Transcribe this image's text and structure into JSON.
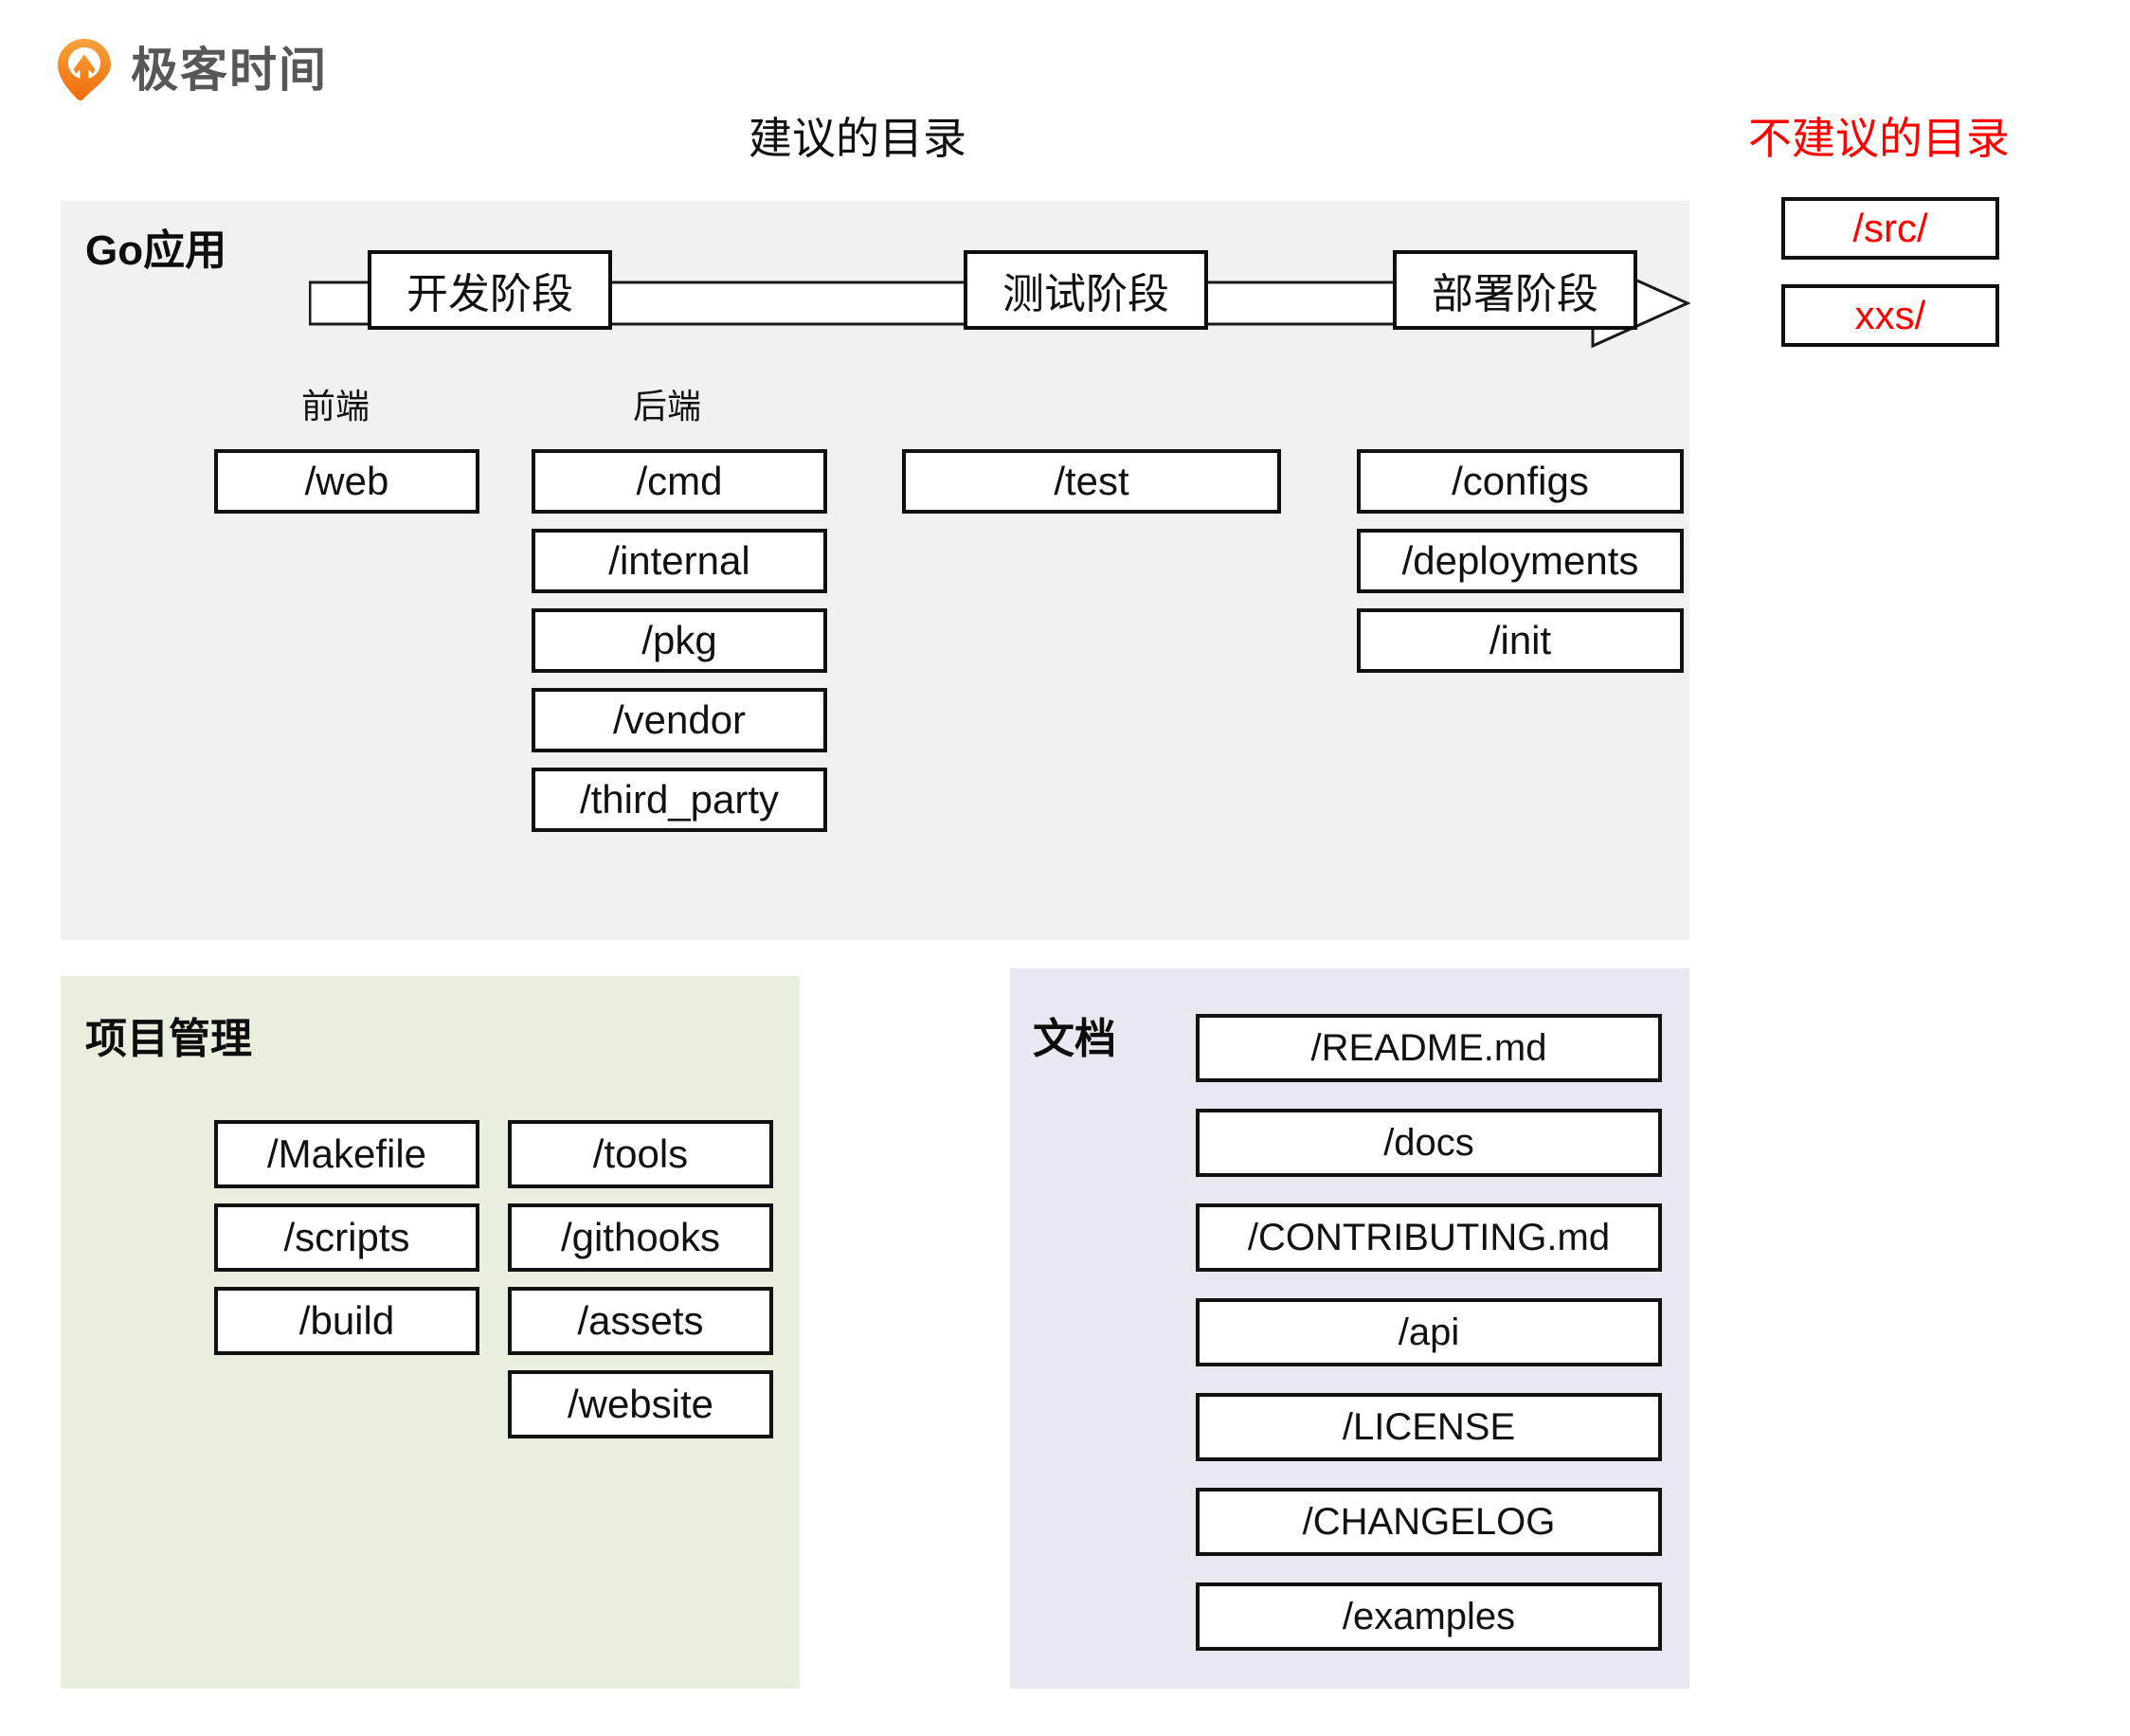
{
  "brand": {
    "name": "极客时间",
    "logo_icon": "geektime-pin-logo-icon",
    "logo_color": "#f07a22"
  },
  "titles": {
    "recommended": "建议的目录",
    "not_recommended": "不建议的目录",
    "not_recommended_color": "#ff0000"
  },
  "panels": {
    "go_app": {
      "title": "Go应用",
      "bg": "#f1f1f1"
    },
    "project_management": {
      "title": "项目管理",
      "bg": "#e9efdf"
    },
    "documents": {
      "title": "文档",
      "bg": "#eae7f0"
    }
  },
  "pipeline": {
    "stages": [
      {
        "label": "开发阶段"
      },
      {
        "label": "测试阶段"
      },
      {
        "label": "部署阶段"
      }
    ],
    "arrow_icon": "right-block-arrow-icon"
  },
  "captions": {
    "frontend": "前端",
    "backend": "后端"
  },
  "go_columns": {
    "web": [
      "/web"
    ],
    "backend": [
      "/cmd",
      "/internal",
      "/pkg",
      "/vendor",
      "/third_party"
    ],
    "test": [
      "/test"
    ],
    "deploy": [
      "/configs",
      "/deployments",
      "/init"
    ]
  },
  "not_recommended_dirs": [
    "/src/",
    "xxs/"
  ],
  "project_management_dirs": {
    "left": [
      "/Makefile",
      "/scripts",
      "/build"
    ],
    "right": [
      "/tools",
      "/githooks",
      "/assets",
      "/website"
    ]
  },
  "document_dirs": [
    "/README.md",
    "/docs",
    "/CONTRIBUTING.md",
    "/api",
    "/LICENSE",
    "/CHANGELOG",
    "/examples"
  ]
}
